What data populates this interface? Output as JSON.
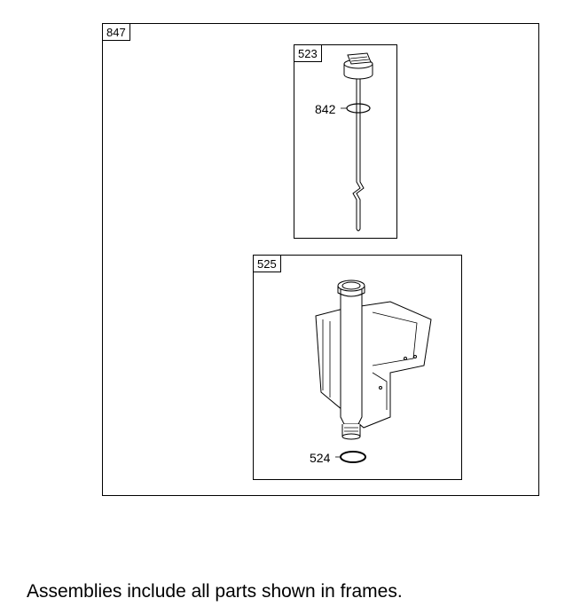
{
  "frames": {
    "outer": {
      "label": "847"
    },
    "dipstick": {
      "label": "523"
    },
    "tube": {
      "label": "525"
    }
  },
  "callouts": {
    "o_ring_cap": "842",
    "o_ring_tube": "524"
  },
  "footer": {
    "note": "Assemblies include all parts shown in frames."
  }
}
